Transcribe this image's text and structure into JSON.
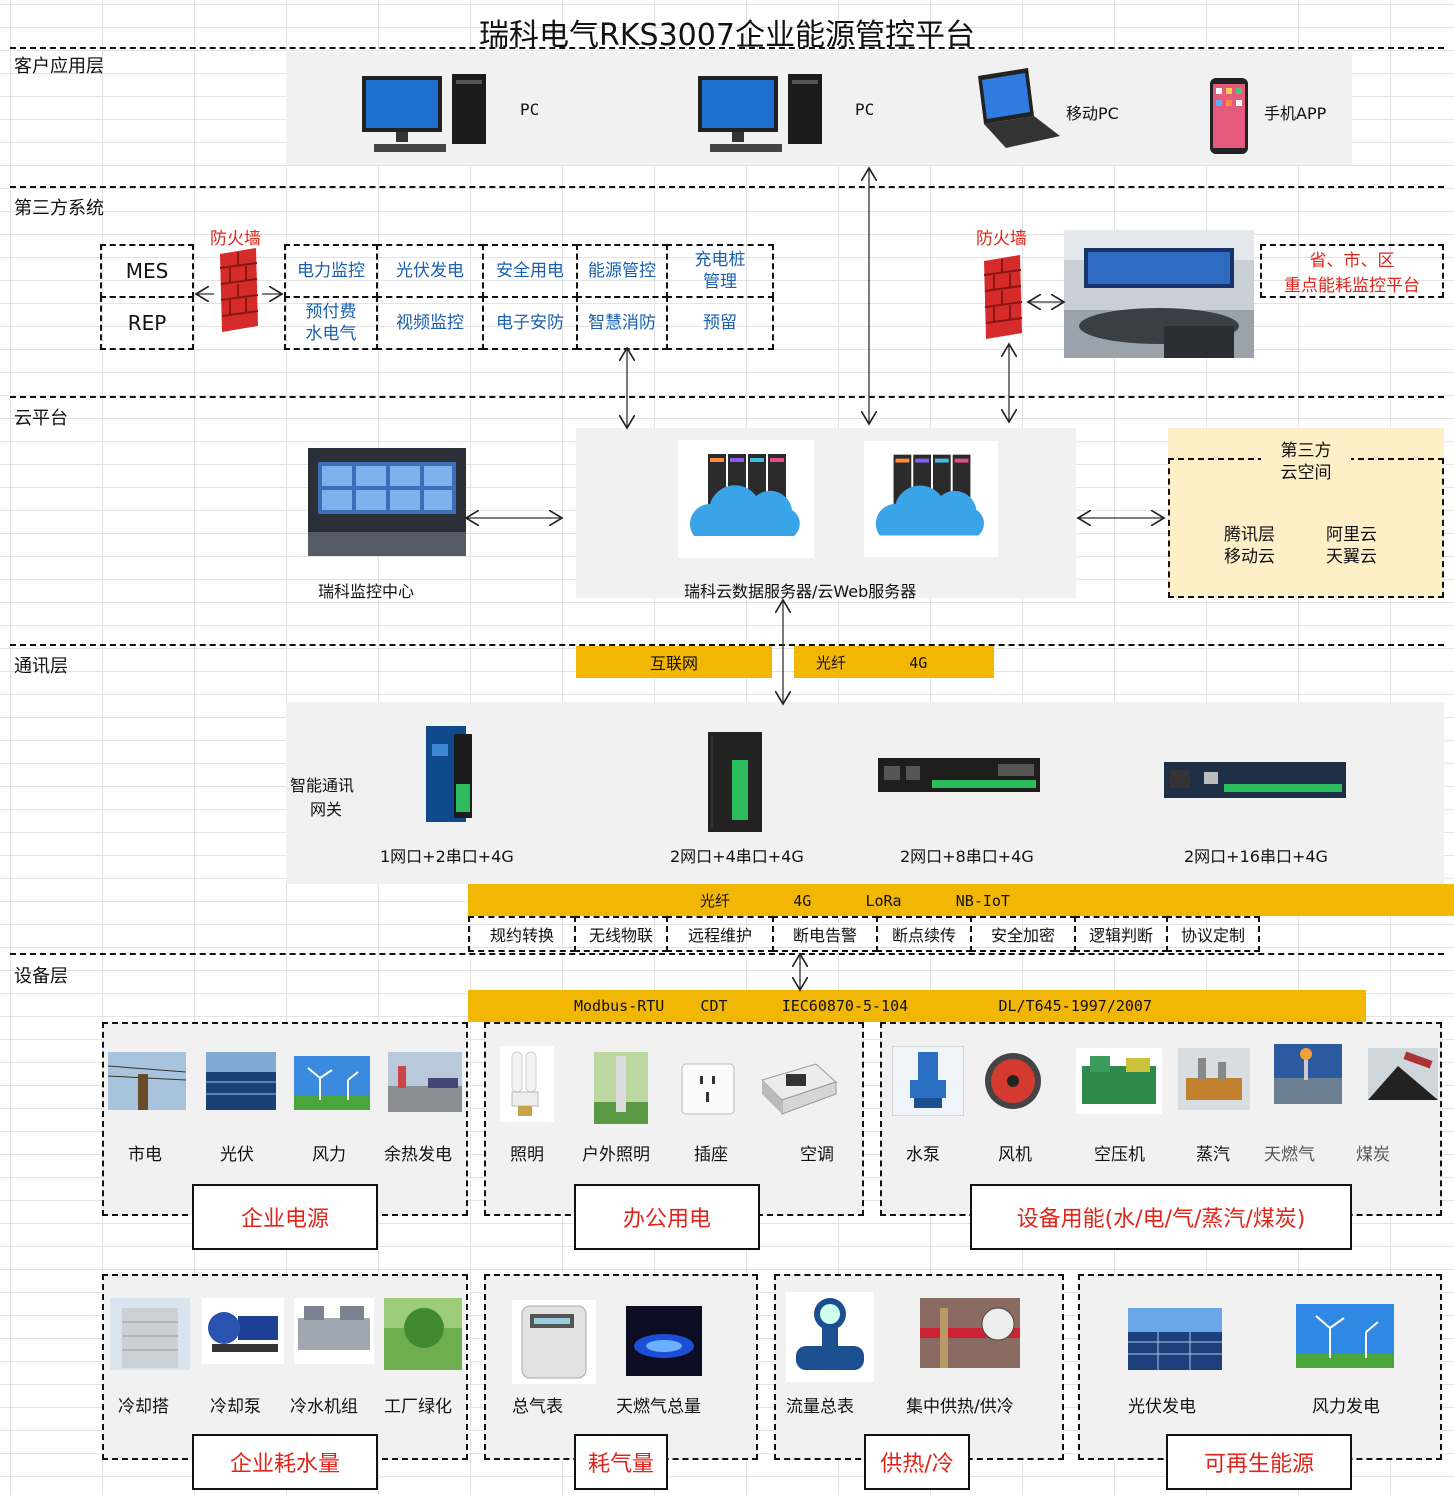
{
  "title": "瑞科电气RKS3007企业能源管控平台",
  "layers": {
    "client": "客户应用层",
    "third_party": "第三方系统",
    "cloud": "云平台",
    "comm": "通讯层",
    "device": "设备层"
  },
  "client": {
    "pc1": "PC",
    "pc2": "PC",
    "mobile_pc": "移动PC",
    "app": "手机APP"
  },
  "third_party": {
    "firewall_left": "防火墙",
    "firewall_right": "防火墙",
    "mes": "MES",
    "rep": "REP",
    "systems": [
      [
        "电力监控",
        "光伏发电",
        "安全用电",
        "能源管控",
        "充电桩\n管理"
      ],
      [
        "预付费\n水电气",
        "视频监控",
        "电子安防",
        "智慧消防",
        "预留"
      ]
    ],
    "gov_platform_line1": "省、市、区",
    "gov_platform_line2": "重点能耗监控平台"
  },
  "cloud": {
    "monitor_center": "瑞科监控中心",
    "servers": "瑞科云数据服务器/云Web服务器",
    "third_cloud_title_1": "第三方",
    "third_cloud_title_2": "云空间",
    "providers": [
      "腾讯层",
      "阿里云",
      "移动云",
      "天翼云"
    ]
  },
  "comm": {
    "internet": "互联网",
    "fiber_4g": "光纤       4G",
    "gateway_label_1": "智能通讯",
    "gateway_label_2": "网关",
    "gateways": [
      "1网口+2串口+4G",
      "2网口+4串口+4G",
      "2网口+8串口+4G",
      "2网口+16串口+4G"
    ],
    "links": "光纤       4G      LoRa      NB-IoT",
    "functions": [
      "规约转换",
      "无线物联",
      "远程维护",
      "断电告警",
      "断点续传",
      "安全加密",
      "逻辑判断",
      "协议定制"
    ]
  },
  "device": {
    "protocols": "Modbus-RTU    CDT      IEC60870-5-104          DL/T645-1997/2007",
    "group1": {
      "title": "企业电源",
      "items": [
        "市电",
        "光伏",
        "风力",
        "余热发电"
      ]
    },
    "group2": {
      "title": "办公用电",
      "items": [
        "照明",
        "户外照明",
        "插座",
        "空调"
      ]
    },
    "group3": {
      "title": "设备用能(水/电/气/蒸汽/煤炭)",
      "items": [
        "水泵",
        "风机",
        "空压机",
        "蒸汽",
        "天燃气",
        "煤炭"
      ]
    },
    "group4": {
      "title": "企业耗水量",
      "items": [
        "冷却搭",
        "冷却泵",
        "冷水机组",
        "工厂绿化"
      ]
    },
    "group5": {
      "title": "耗气量",
      "items": [
        "总气表",
        "天燃气总量"
      ]
    },
    "group6": {
      "title": "供热/冷",
      "items": [
        "流量总表",
        "集中供热/供冷"
      ]
    },
    "group7": {
      "title": "可再生能源",
      "items": [
        "光伏发电",
        "风力发电"
      ]
    }
  },
  "colors": {
    "accent_yellow": "#f2b604",
    "red": "#e0251b",
    "blue": "#1a5fb0",
    "pale_yellow": "#fdf0c8"
  }
}
